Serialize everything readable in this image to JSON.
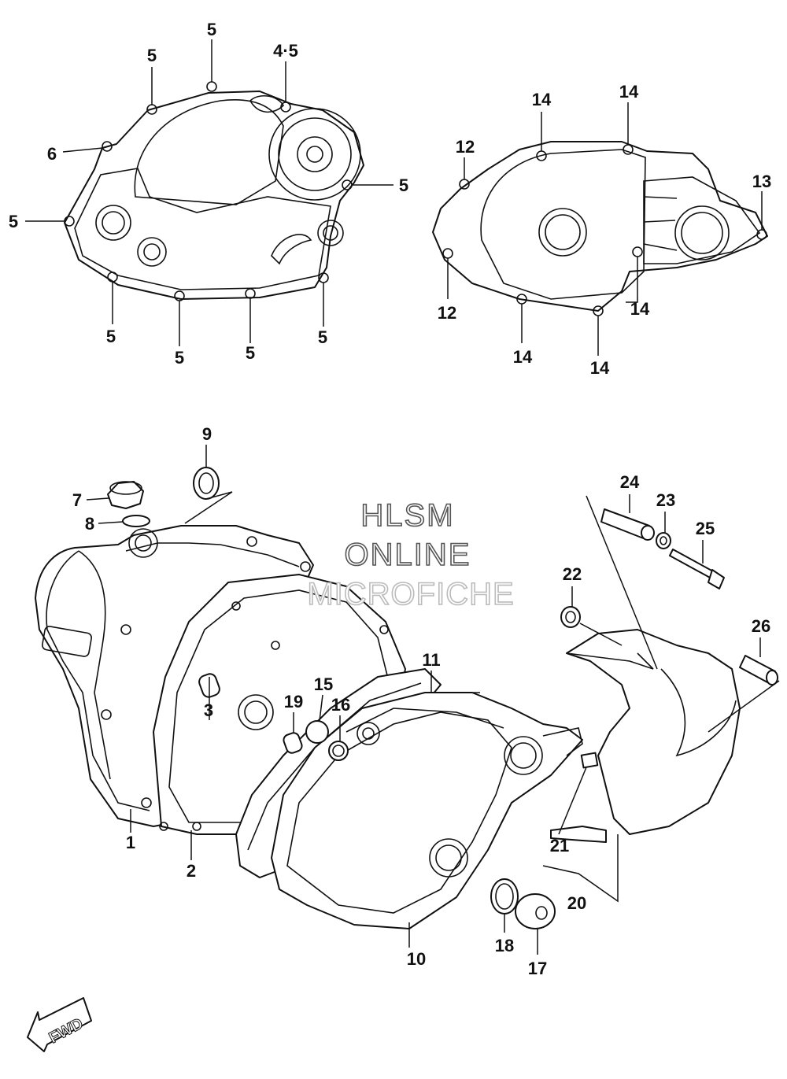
{
  "watermark": {
    "line1": "HLSM",
    "line2": "ONLINE",
    "line3": "MICROFICHE"
  },
  "direction_badge": "FWD",
  "callouts": {
    "c5_top": "5",
    "c5_top2": "5",
    "c4_5": "4·5",
    "c6": "6",
    "c5_left": "5",
    "c5_right": "5",
    "c5_b1": "5",
    "c5_b2": "5",
    "c5_b3": "5",
    "c5_b4": "5",
    "c14_a": "14",
    "c14_b": "14",
    "c12_top": "12",
    "c13": "13",
    "c12_bot": "12",
    "c14_c": "14",
    "c14_d": "14",
    "c14_e": "14",
    "c9": "9",
    "c7": "7",
    "c8": "8",
    "c24": "24",
    "c23": "23",
    "c25": "25",
    "c22": "22",
    "c26": "26",
    "c11": "11",
    "c15": "15",
    "c19": "19",
    "c16": "16",
    "c3": "3",
    "c1": "1",
    "c2": "2",
    "c21": "21",
    "c20": "20",
    "c18": "18",
    "c10": "10",
    "c17": "17"
  }
}
